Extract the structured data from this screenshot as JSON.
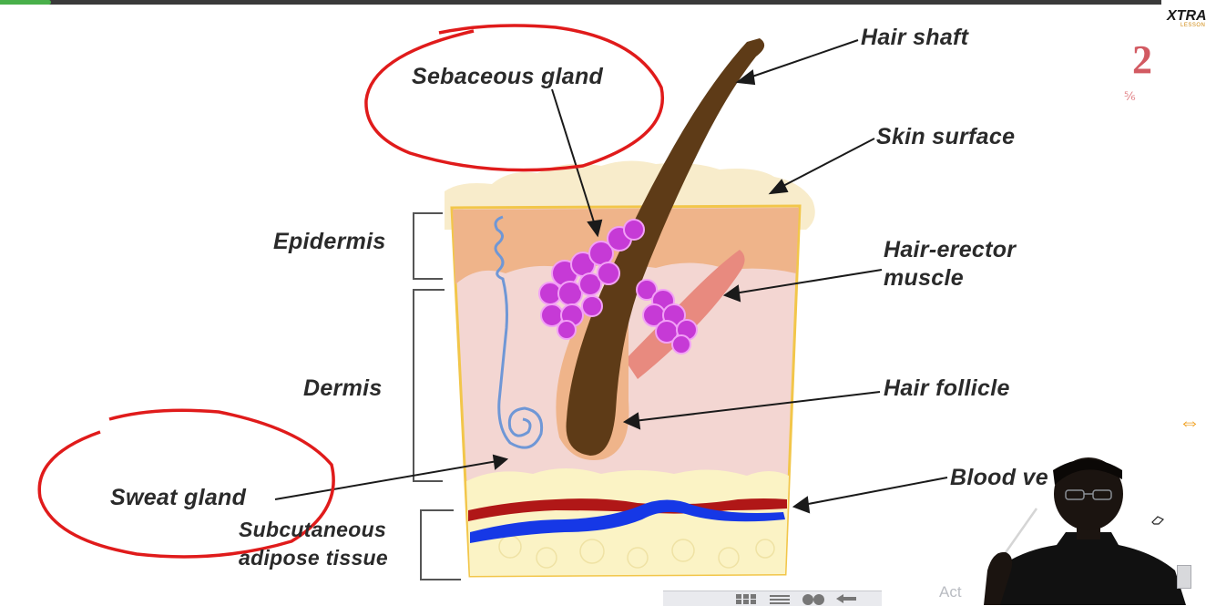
{
  "diagram": {
    "labels": {
      "hair_shaft": "Hair shaft",
      "sebaceous_gland": "Sebaceous gland",
      "skin_surface": "Skin surface",
      "epidermis": "Epidermis",
      "hair_erector_muscle": "Hair-erector\nmuscle",
      "dermis": "Dermis",
      "hair_follicle": "Hair follicle",
      "sweat_gland": "Sweat gland",
      "blood_vessels": "Blood ve",
      "subcutaneous_adipose_tissue": "Subcutaneous\nadipose tissue"
    },
    "colors": {
      "annotation_circle": "#e01b1b",
      "hair": "#5e3b17",
      "sebaceous_gland": "#c63ad6",
      "muscle": "#e88a7f",
      "dermis": "#f3d6d2",
      "epidermis": "#efb48a",
      "skin_surface": "#f8eccb",
      "adipose": "#fbf3c5",
      "artery": "#b01717",
      "vein": "#1638e6",
      "sweat_duct": "#6f97d6"
    }
  },
  "slide": {
    "page_number": "2",
    "page_fraction": "⅚"
  },
  "logo": {
    "text": "XTRA",
    "subtext": "LESSON"
  },
  "icons": {
    "navigation": "left-right-arrows-icon",
    "pen": "eraser-icon"
  },
  "overlay": {
    "watermark_text": "Act"
  }
}
